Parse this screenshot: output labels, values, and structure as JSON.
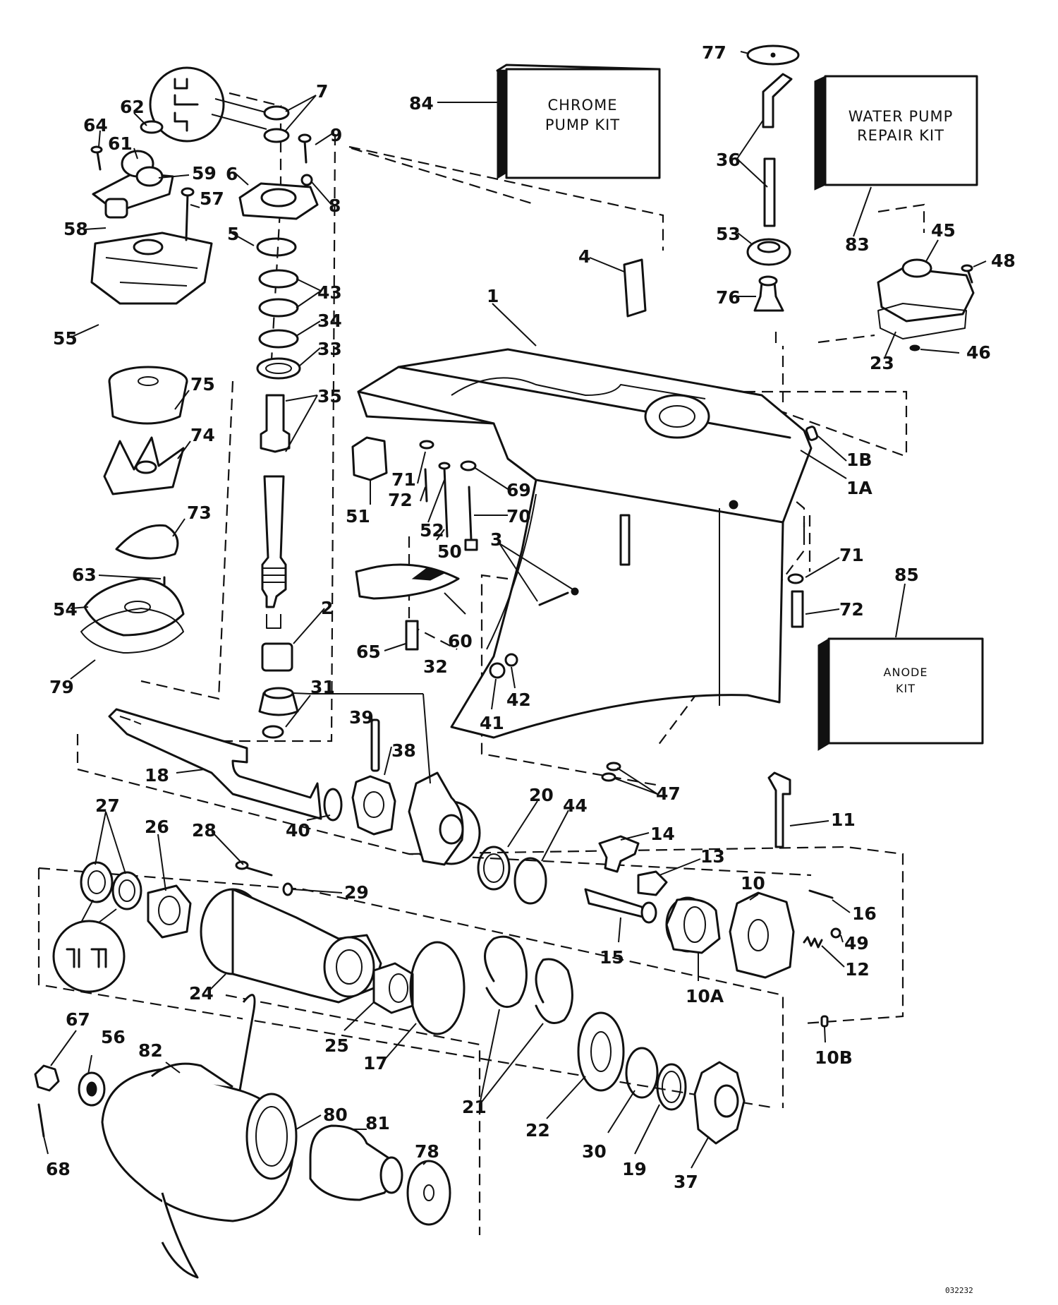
{
  "kits": {
    "chrome_pump": {
      "line1": "CHROME",
      "line2": "PUMP KIT"
    },
    "water_pump": {
      "line1": "WATER PUMP",
      "line2": "REPAIR KIT"
    },
    "anode": {
      "line1": "ANODE",
      "line2": "KIT"
    }
  },
  "drawing_code": "032232",
  "callouts": {
    "c1": "1",
    "c1A": "1A",
    "c1B": "1B",
    "c2": "2",
    "c3": "3",
    "c4": "4",
    "c5": "5",
    "c6": "6",
    "c7": "7",
    "c8": "8",
    "c9": "9",
    "c10": "10",
    "c10A": "10A",
    "c10B": "10B",
    "c11": "11",
    "c12": "12",
    "c13": "13",
    "c14": "14",
    "c15": "15",
    "c16": "16",
    "c17": "17",
    "c18": "18",
    "c19": "19",
    "c20": "20",
    "c21": "21",
    "c22": "22",
    "c23": "23",
    "c24": "24",
    "c25": "25",
    "c26": "26",
    "c27": "27",
    "c28": "28",
    "c29": "29",
    "c30": "30",
    "c31": "31",
    "c32": "32",
    "c33": "33",
    "c34": "34",
    "c35": "35",
    "c36": "36",
    "c37": "37",
    "c38": "38",
    "c39": "39",
    "c40": "40",
    "c41": "41",
    "c42": "42",
    "c43": "43",
    "c44": "44",
    "c45": "45",
    "c46": "46",
    "c47": "47",
    "c48": "48",
    "c49": "49",
    "c50": "50",
    "c51": "51",
    "c52": "52",
    "c53": "53",
    "c54": "54",
    "c55": "55",
    "c56": "56",
    "c57": "57",
    "c58": "58",
    "c59": "59",
    "c60": "60",
    "c61": "61",
    "c62": "62",
    "c63": "63",
    "c64": "64",
    "c65": "65",
    "c67": "67",
    "c68": "68",
    "c69": "69",
    "c70": "70",
    "c71a": "71",
    "c71b": "71",
    "c72a": "72",
    "c72b": "72",
    "c73": "73",
    "c74": "74",
    "c75": "75",
    "c76": "76",
    "c77": "77",
    "c78": "78",
    "c79": "79",
    "c80": "80",
    "c81": "81",
    "c82": "82",
    "c83": "83",
    "c84": "84",
    "c85": "85"
  }
}
